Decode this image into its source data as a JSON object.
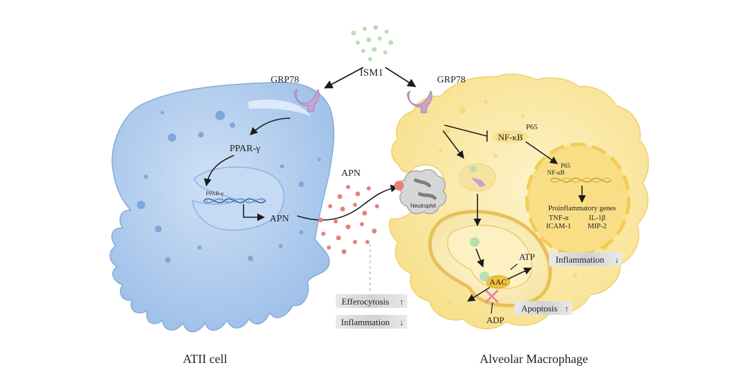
{
  "ligand": {
    "label": "ISM1"
  },
  "receptors": {
    "left_label": "GRP78",
    "right_label": "GRP78"
  },
  "atii_cell": {
    "caption": "ATII cell",
    "pparg_label": "PPAR-γ",
    "pparg_dna_label": "PPAR-γ",
    "apn_label": "APN"
  },
  "secreted": {
    "apn_label": "APN"
  },
  "neutrophil": {
    "label": "Neutrophil"
  },
  "macrophage": {
    "caption": "Alveolar Macrophage",
    "nfkb_label": "NF-κB",
    "p65_label": "P65",
    "nucleus_p65_label": "P65",
    "nucleus_nfkb_label": "NF-κB",
    "genes_title": "Proinflammatory genes",
    "genes": [
      "TNF-α",
      "IL-1β",
      "ICAM-1",
      "MIP-2"
    ],
    "atp_label": "ATP",
    "aac_label": "AAC",
    "adp_label": "ADP"
  },
  "outcome_boxes": {
    "efferocytosis": {
      "label": "Efferocytosis",
      "arrow": "↑"
    },
    "inflammation_left": {
      "label": "Inflammation",
      "arrow": "↓"
    },
    "inflammation_right": {
      "label": "Inflammation",
      "arrow": "↓"
    },
    "apoptosis": {
      "label": "Apoptosis",
      "arrow": "↑"
    }
  },
  "colors": {
    "atii_fill": "#a9c8ec",
    "atii_stroke": "#7fa7d8",
    "macrophage_fill": "#fbe9a6",
    "macrophage_stroke": "#efcf6e",
    "apn_dot": "#e8807a",
    "ism1_dot": "#b7dfb0",
    "receptor": "#c9a2cf",
    "outcome_box": "#dedede"
  }
}
